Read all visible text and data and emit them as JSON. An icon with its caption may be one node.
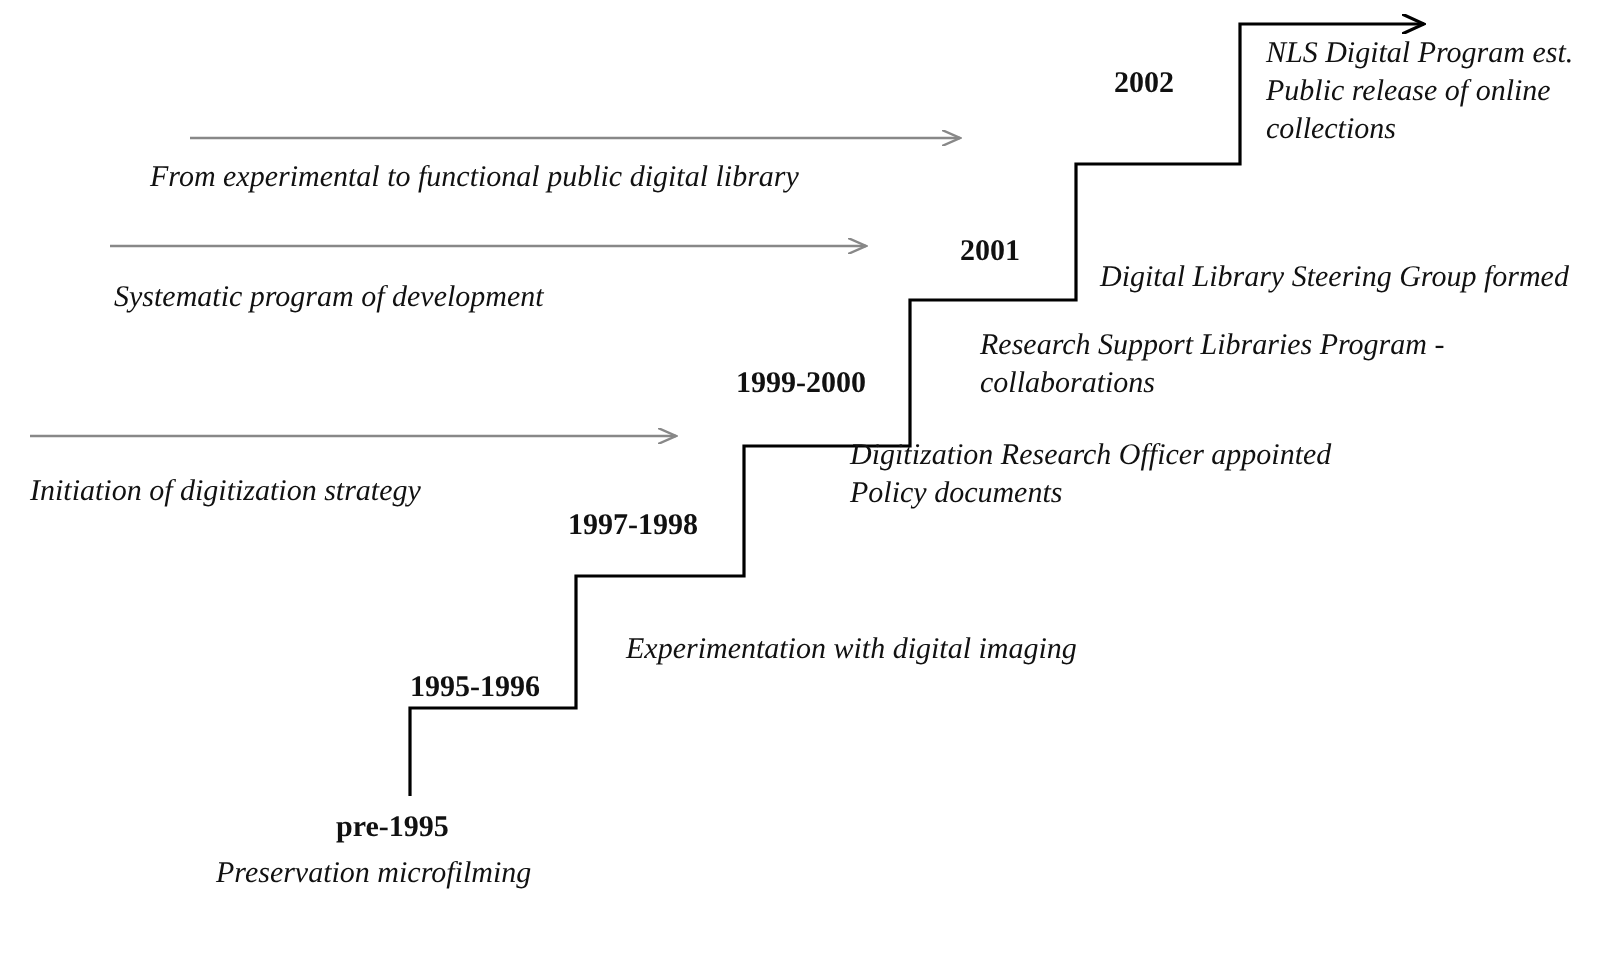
{
  "diagram": {
    "labels": [
      "NLS Digital Program  est.",
      "2002",
      "Public release of online collections",
      "From experimental to functional public  digital library",
      "2001",
      "Digital Library Steering Group formed",
      "Systematic program of development",
      "Research Support Libraries Program  - collaborations",
      "1999-2000",
      "Digitization Research Officer appointed",
      "Initiation of digitization strategy",
      "Policy documents",
      "1997-1998",
      "Experimentation with digital imaging",
      "1995-1996",
      "pre-1995",
      "Preservation microfilming"
    ]
  }
}
